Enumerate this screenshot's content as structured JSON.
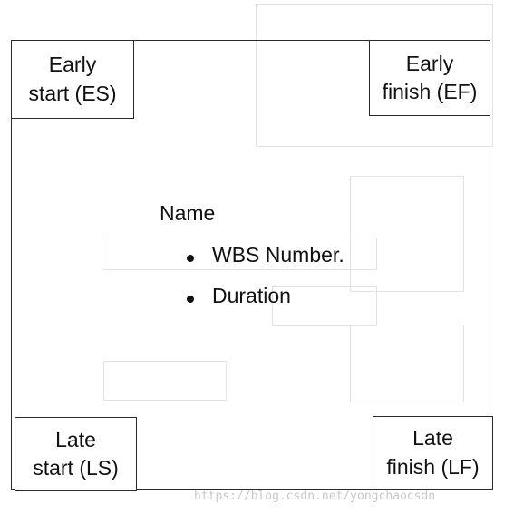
{
  "corners": {
    "early_start": {
      "line1": "Early",
      "line2": "start (ES)"
    },
    "early_finish": {
      "line1": "Early",
      "line2": "finish (EF)"
    },
    "late_start": {
      "line1": "Late",
      "line2": "start (LS)"
    },
    "late_finish": {
      "line1": "Late",
      "line2": "finish (LF)"
    }
  },
  "center": {
    "name": "Name",
    "items": [
      "WBS Number.",
      "Duration"
    ]
  },
  "watermark": "https://blog.csdn.net/yongchaocsdn"
}
